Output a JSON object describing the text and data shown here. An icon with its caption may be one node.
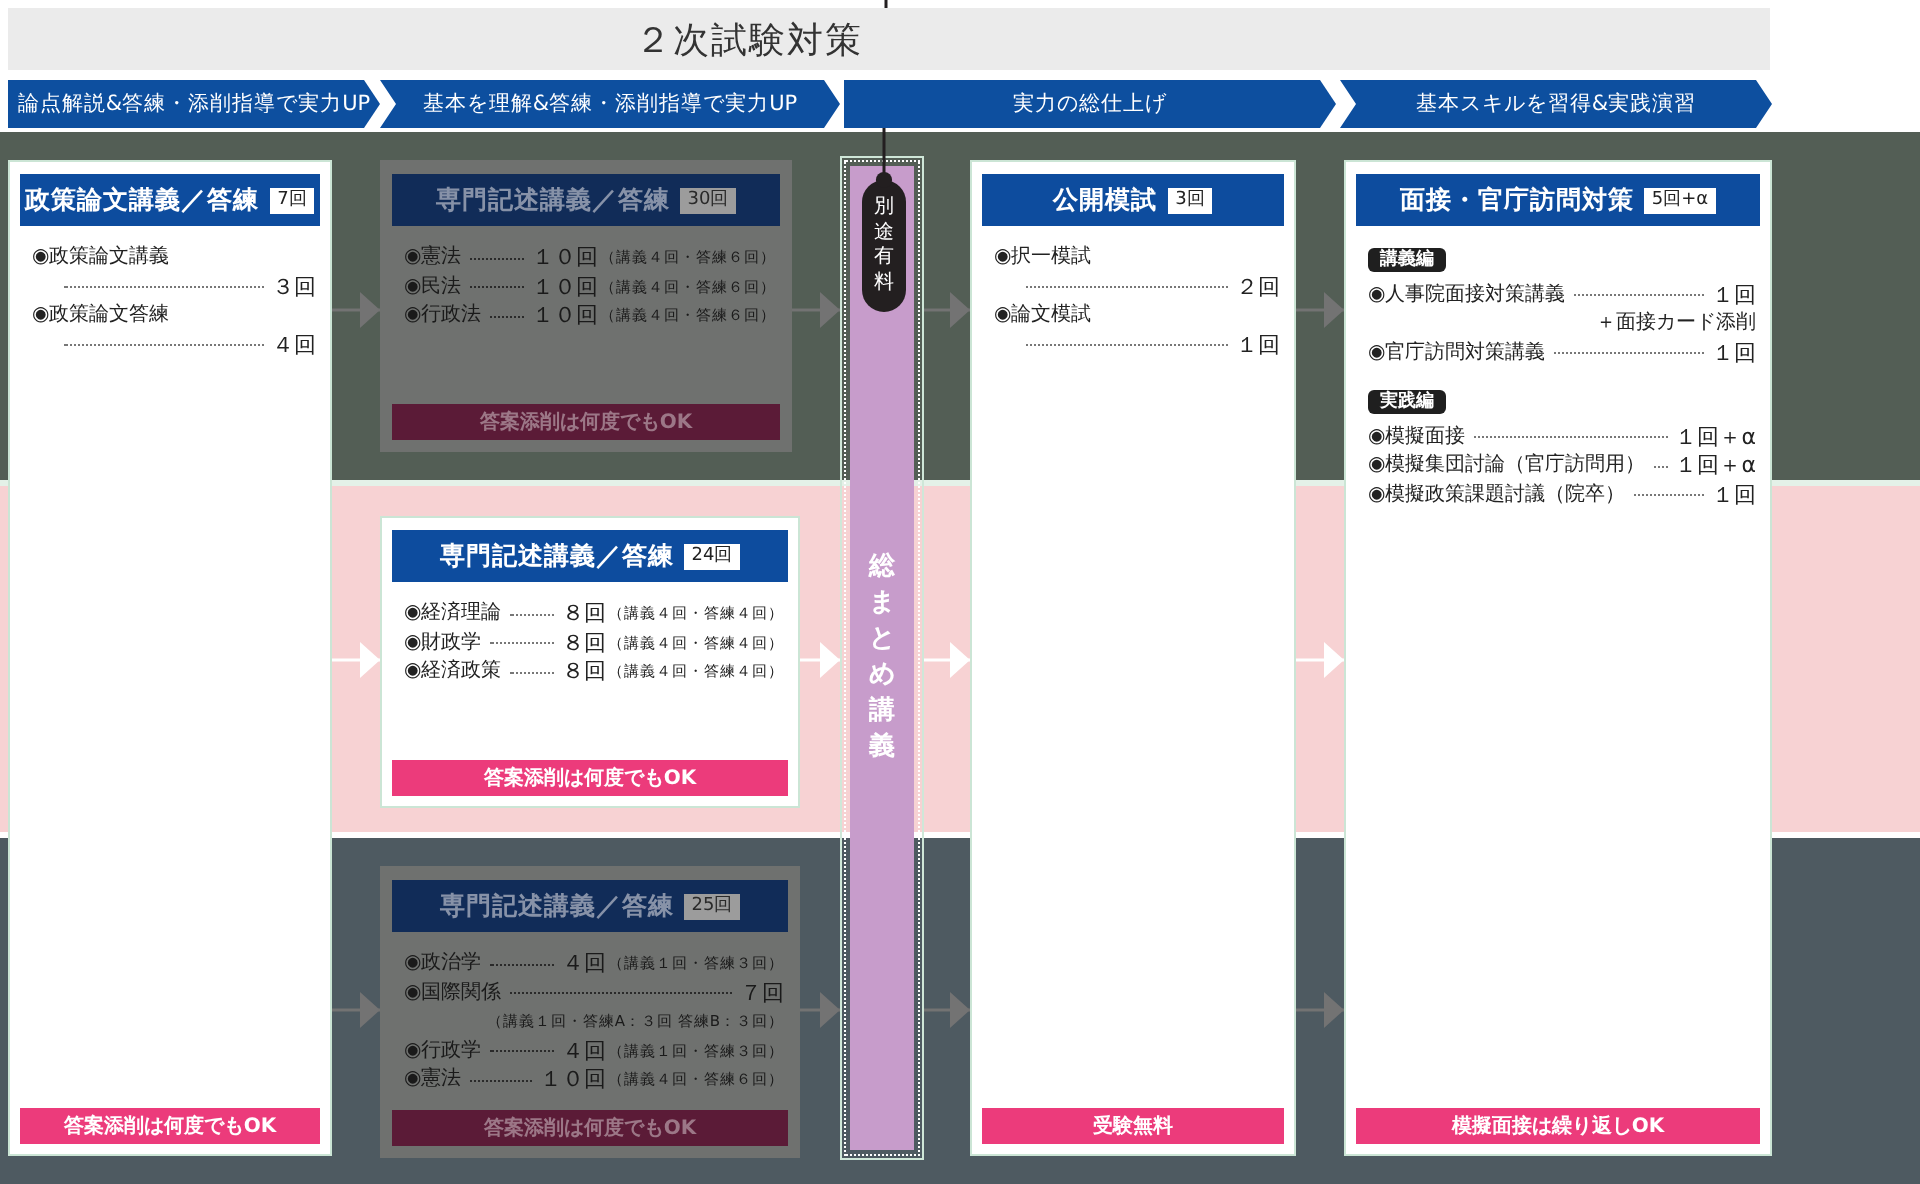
{
  "diagram": {
    "nodes": [
      {
        "text": [
          "２次試験対策"
        ]
      },
      {
        "text": [
          "論点解説&答練・添削指導で実力UP"
        ]
      },
      {
        "text": [
          "基本を理解&答練・添削指導で実力UP"
        ]
      },
      {
        "text": [
          "実力の総仕上げ"
        ]
      },
      {
        "text": [
          "基本スキルを習得&実践演習"
        ]
      },
      {
        "text": [
          "◉政策論文講義",
          "３回",
          "◉政策論文答練",
          "４回"
        ]
      },
      {
        "text": [
          "政策論文講義／答練"
        ],
        "in": 5
      },
      {
        "text": [
          "7回"
        ],
        "in": 6
      },
      {
        "text": [
          "答案添削は何度でもOK"
        ],
        "in": 5
      },
      {
        "text": [
          "◉憲法",
          "１０回",
          "（講義４回・答練６回）",
          "◉民法",
          "１０回",
          "（講義４回・答練６回）",
          "◉行政法",
          "１０回",
          "（講義４回・答練６回）"
        ]
      },
      {
        "text": [
          "専門記述講義／答練"
        ],
        "in": 9
      },
      {
        "text": [
          "30回"
        ],
        "in": 10
      },
      {
        "text": [
          "答案添削は何度でもOK"
        ],
        "in": 9
      },
      {
        "text": [
          "総まとめ講義"
        ]
      },
      {
        "text": [
          "別途有料"
        ],
        "in": 13
      },
      {
        "text": [
          "◉択一模試",
          "２回",
          "◉論文模試",
          "１回"
        ]
      },
      {
        "text": [
          "公開模試"
        ],
        "in": 15
      },
      {
        "text": [
          "3回"
        ],
        "in": 16
      },
      {
        "text": [
          "受験無料"
        ],
        "in": 15
      },
      {
        "text": [
          "◉人事院面接対策講義",
          "１回",
          "＋面接カード添削",
          "◉官庁訪問対策講義",
          "１回",
          "◉模擬面接",
          "１回＋α",
          "◉模擬集団討論（官庁訪問用）",
          "１回＋α",
          "◉模擬政策課題討議（院卒）",
          "１回"
        ]
      },
      {
        "text": [
          "面接・官庁訪問対策"
        ],
        "in": 19
      },
      {
        "text": [
          "5回+α"
        ],
        "in": 20
      },
      {
        "text": [
          "講義編"
        ],
        "in": 19
      },
      {
        "text": [
          "実践編"
        ],
        "in": 19
      },
      {
        "text": [
          "模擬面接は繰り返しOK"
        ],
        "in": 19
      },
      {
        "text": [
          "◉経済理論",
          "８回",
          "（講義４回・答練４回）",
          "◉財政学",
          "８回",
          "（講義４回・答練４回）",
          "◉経済政策",
          "８回",
          "（講義４回・答練４回）"
        ]
      },
      {
        "text": [
          "専門記述講義／答練"
        ],
        "in": 25
      },
      {
        "text": [
          "24回"
        ],
        "in": 26
      },
      {
        "text": [
          "答案添削は何度でもOK"
        ],
        "in": 25
      },
      {
        "text": [
          "◉政治学",
          "４回",
          "（講義１回・答練３回）",
          "◉国際関係",
          "７回",
          "（講義１回・答練A：３回 答練B：３回）",
          "◉行政学",
          "４回",
          "（講義１回・答練３回）",
          "◉憲法",
          "１０回",
          "（講義４回・答練６回）"
        ]
      },
      {
        "text": [
          "専門記述講義／答練"
        ],
        "in": 29
      },
      {
        "text": [
          "25回"
        ],
        "in": 30
      },
      {
        "text": [
          "答案添削は何度でもOK"
        ],
        "in": 29
      }
    ],
    "edges": [
      {
        "from": 5,
        "to": 9,
        "arrow": "to"
      },
      {
        "from": 9,
        "to": 13,
        "arrow": "to"
      },
      {
        "from": 13,
        "to": 15,
        "arrow": "to"
      },
      {
        "from": 15,
        "to": 19,
        "arrow": "to"
      },
      {
        "from": 5,
        "to": 25,
        "arrow": "to",
        "color": "#ffffff"
      },
      {
        "from": 25,
        "to": 13,
        "arrow": "to",
        "color": "#ffffff"
      },
      {
        "from": 13,
        "to": 15,
        "arrow": "to",
        "color": "#ffffff"
      },
      {
        "from": 15,
        "to": 19,
        "arrow": "to",
        "color": "#ffffff"
      },
      {
        "from": 5,
        "to": 29,
        "arrow": "to"
      },
      {
        "from": 29,
        "to": 13,
        "arrow": "to"
      },
      {
        "from": 13,
        "to": 15,
        "arrow": "to"
      },
      {
        "from": 15,
        "to": 19,
        "arrow": "to"
      },
      {
        "from": 3,
        "to": 14,
        "arrow": "other",
        "color": "#231f20"
      },
      {
        "from": null,
        "to": 0,
        "arrow": "none",
        "color": "#231f20"
      }
    ]
  }
}
